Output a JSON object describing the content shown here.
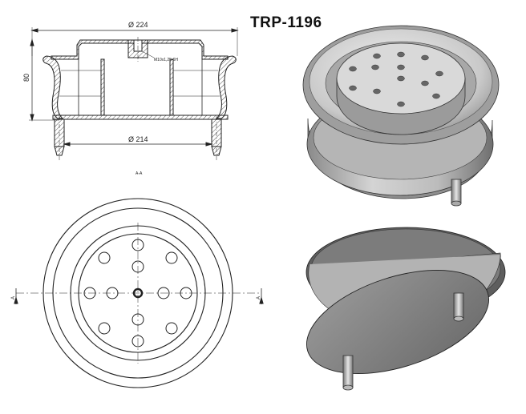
{
  "title": "TRP-1196",
  "dimensions": {
    "top_diameter": "Ø 224",
    "bottom_diameter": "Ø 214",
    "height": "80",
    "thread_note": "M10x1,25-6H"
  },
  "section_label": "A-A",
  "cut_marks": {
    "left": "A",
    "right": "A"
  },
  "colors": {
    "line": "#222222",
    "hatch": "#555555",
    "part_light": "#d8d8d8",
    "part_dark": "#7a7a7a"
  }
}
